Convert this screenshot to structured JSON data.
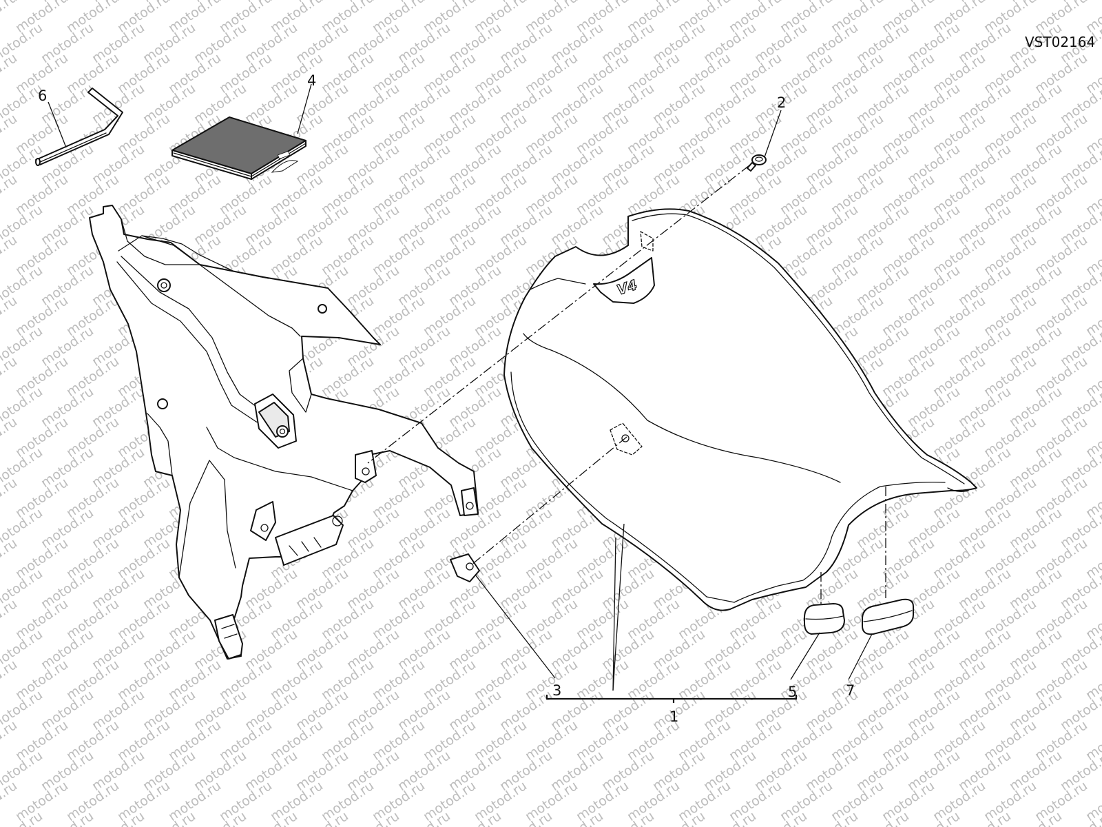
{
  "drawing_code": "VST02164",
  "watermark": "motod.ru",
  "callouts": [
    {
      "id": "callout-1",
      "text": "1"
    },
    {
      "id": "callout-2",
      "text": "2"
    },
    {
      "id": "callout-3",
      "text": "3"
    },
    {
      "id": "callout-4",
      "text": "4"
    },
    {
      "id": "callout-5",
      "text": "5"
    },
    {
      "id": "callout-6",
      "text": "6"
    },
    {
      "id": "callout-7",
      "text": "7"
    }
  ],
  "seat_badge": "V4",
  "colors": {
    "line": "#111111",
    "watermark": "#bdbdbd",
    "manual_cover": "#6e6e6e"
  }
}
